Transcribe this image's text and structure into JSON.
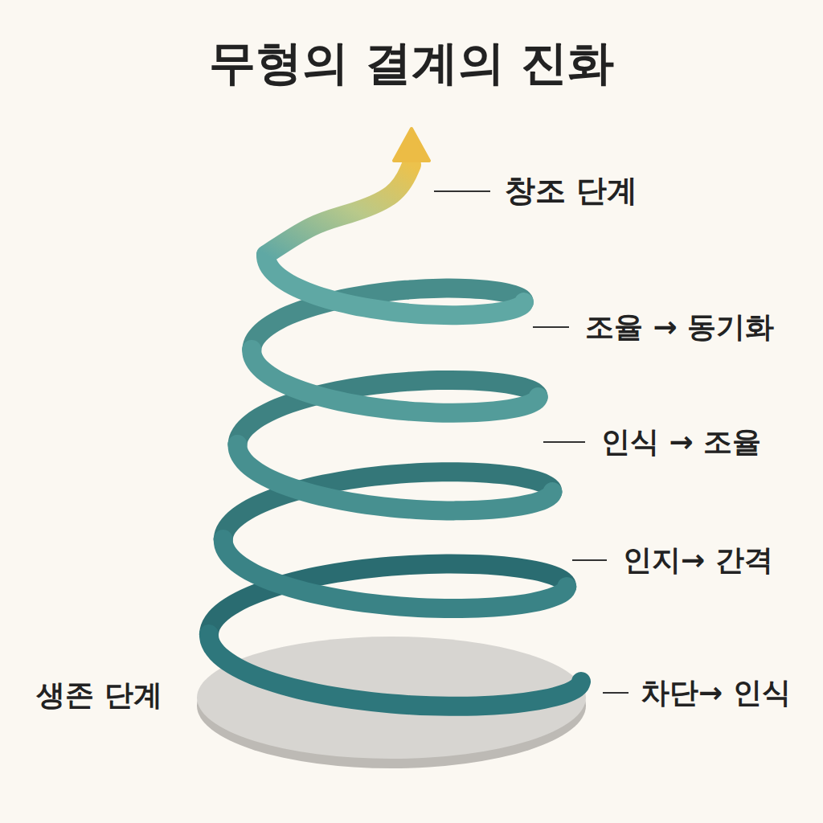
{
  "diagram": {
    "title": "무형의 결계의 진화",
    "labels": [
      "창조 단계",
      "조율 → 동기화",
      "인식 → 조율",
      "인지→ 간격",
      "차단→ 인식",
      "생존 단계"
    ]
  }
}
